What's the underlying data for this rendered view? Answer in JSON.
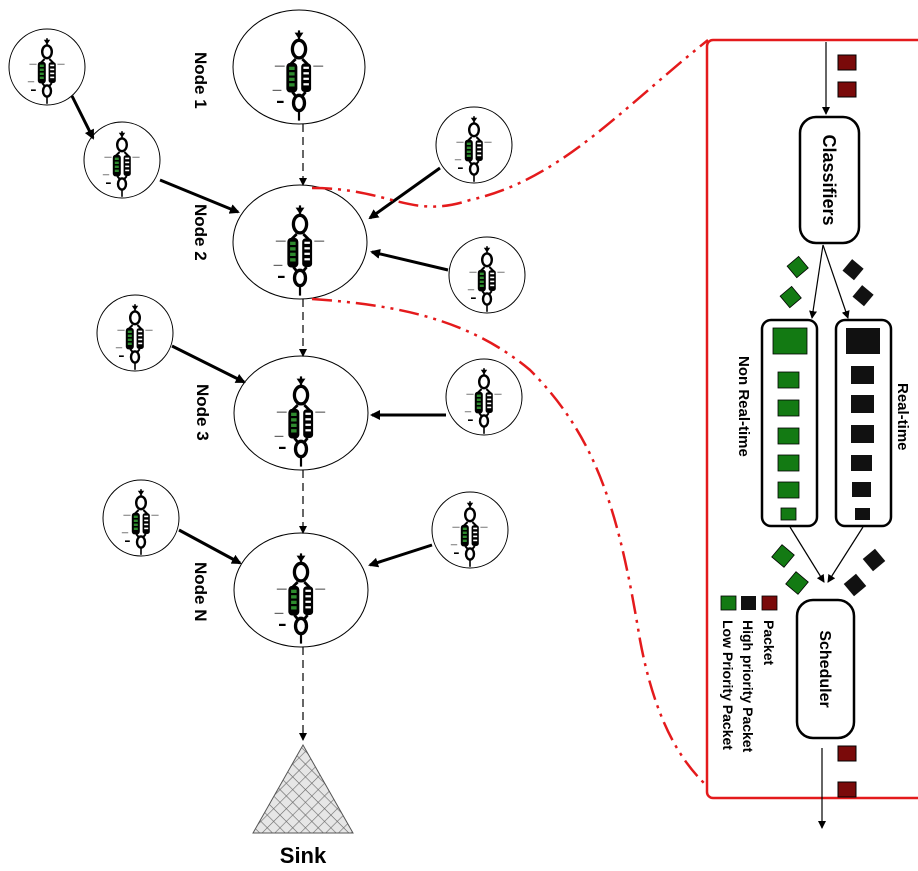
{
  "nodes": {
    "node1": "Node 1",
    "node2": "Node 2",
    "node3": "Node 3",
    "nodeN": "Node N",
    "sink": "Sink"
  },
  "detail": {
    "classifier": "Classifiers",
    "scheduler": "Scheduler",
    "queue_non_real_time": "Non Real-time",
    "queue_real_time": "Real-time"
  },
  "legend": {
    "packet": "Packet",
    "high_priority": "High priority Packet",
    "low_priority": "Low Priority Packet"
  },
  "colors": {
    "packet": "#7a0a0a",
    "high_priority": "#111111",
    "low_priority": "#137a13",
    "highlight": "#e41a1c"
  }
}
